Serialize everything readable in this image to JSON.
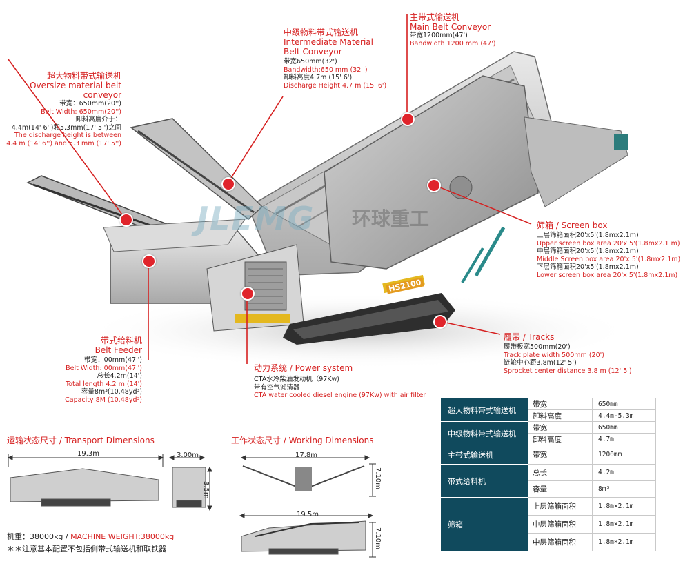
{
  "main_belt": {
    "cn": "主带式输送机",
    "en": "Main Belt Conveyor",
    "s1": "带宽1200mm(47')",
    "s2": "Bandwidth 1200 mm (47')"
  },
  "intermediate_belt": {
    "cn": "中级物料带式输送机",
    "en1": "Intermediate Material",
    "en2": "Belt Conveyor",
    "s1": "带宽650mm(32')",
    "s2": "Bandwidth:650 mm (32' )",
    "s3": "卸料高度4.7m (15' 6')",
    "s4": "Discharge Height 4.7 m (15' 6')"
  },
  "oversize_belt": {
    "cn": "超大物料带式输送机",
    "en": "Oversize material belt conveyor",
    "s1": "带宽：650mm(20'')",
    "s2": "Belt Width: 650mm(20'')",
    "s3": "卸料高度介于：",
    "s4": "4.4m(14' 6'')和5.3mm(17' 5'')之间",
    "s5": "The discharge height is between",
    "s6": "4.4 m (14' 6'') and 5.3 mm (17' 5'')"
  },
  "screen_box": {
    "title": "筛箱 / Screen box",
    "s1": "上层筛箱面积20'x5'(1.8mx2.1m)",
    "s2": "Upper screen box area 20'x 5'(1.8mx2.1 m)",
    "s3": "中层筛箱面积20'x5'(1.8mx2.1m)",
    "s4": "Middle Screen box area 20'x 5'(1.8mx2.1m)",
    "s5": "下层筛箱面积20'x5'(1.8mx2.1m)",
    "s6": "Lower screen box area 20'x 5'(1.8mx2.1m)"
  },
  "tracks": {
    "title": "履带 / Tracks",
    "s1": "履带板宽500mm(20')",
    "s2": "Track plate width 500mm (20')",
    "s3": "链轮中心距3.8m(12' 5')",
    "s4": "Sprocket center distance 3.8 m (12' 5')"
  },
  "feeder": {
    "cn": "带式给料机",
    "en": "Belt Feeder",
    "s1": "带宽：00mm(47'')",
    "s2": "Belt Width: 00mm(47'')",
    "s3": "总长4.2m(14')",
    "s4": "Total length 4.2 m (14')",
    "s5": "容量8m³(10.48yd³)",
    "s6": "Capacity 8M (10.48yd³)"
  },
  "power": {
    "title": "动力系统 / Power system",
    "s1": "CTA水冷柴油发动机（97Kw)",
    "s2": "带有空气滤清器",
    "s3": "CTA water cooled diesel engine (97Kw) with air filter"
  },
  "watermark": {
    "logo": "JLEMG",
    "cn": "环球重工"
  },
  "machine_badge": "HS2100",
  "transport": {
    "title": "运输状态尺寸 / Transport Dimensions",
    "len": "19.3m",
    "wid": "3.00m",
    "ht": "3.5m"
  },
  "working": {
    "title": "工作状态尺寸 / Working Dimensions",
    "len1": "17.8m",
    "ht1": "7.10m",
    "len2": "19.5m",
    "ht2": "7.10m"
  },
  "weight": {
    "cn": "机重：38000kg /",
    "en": "MACHINE WEIGHT:38000kg"
  },
  "note": "＊＊注意基本配置不包括侧带式输送机和取铁器",
  "table": [
    {
      "cat": "超大物料带式输送机",
      "rows": [
        [
          "带宽",
          "650mm"
        ],
        [
          "卸料高度",
          "4.4m-5.3m"
        ]
      ]
    },
    {
      "cat": "中级物料带式输送机",
      "rows": [
        [
          "带宽",
          "650mm"
        ],
        [
          "卸料高度",
          "4.7m"
        ]
      ]
    },
    {
      "cat": "主带式输送机",
      "rows": [
        [
          "带宽",
          "1200mm"
        ]
      ]
    },
    {
      "cat": "带式给料机",
      "rows": [
        [
          "总长",
          "4.2m"
        ],
        [
          "容量",
          "8m³"
        ]
      ]
    },
    {
      "cat": "筛箱",
      "rows": [
        [
          "上层筛箱面积",
          "1.8m×2.1m"
        ],
        [
          "中层筛箱面积",
          "1.8m×2.1m"
        ],
        [
          "中层筛箱面积",
          "1.8m×2.1m"
        ]
      ]
    }
  ],
  "colors": {
    "accent": "#d62020",
    "table_header": "#104a5d"
  }
}
